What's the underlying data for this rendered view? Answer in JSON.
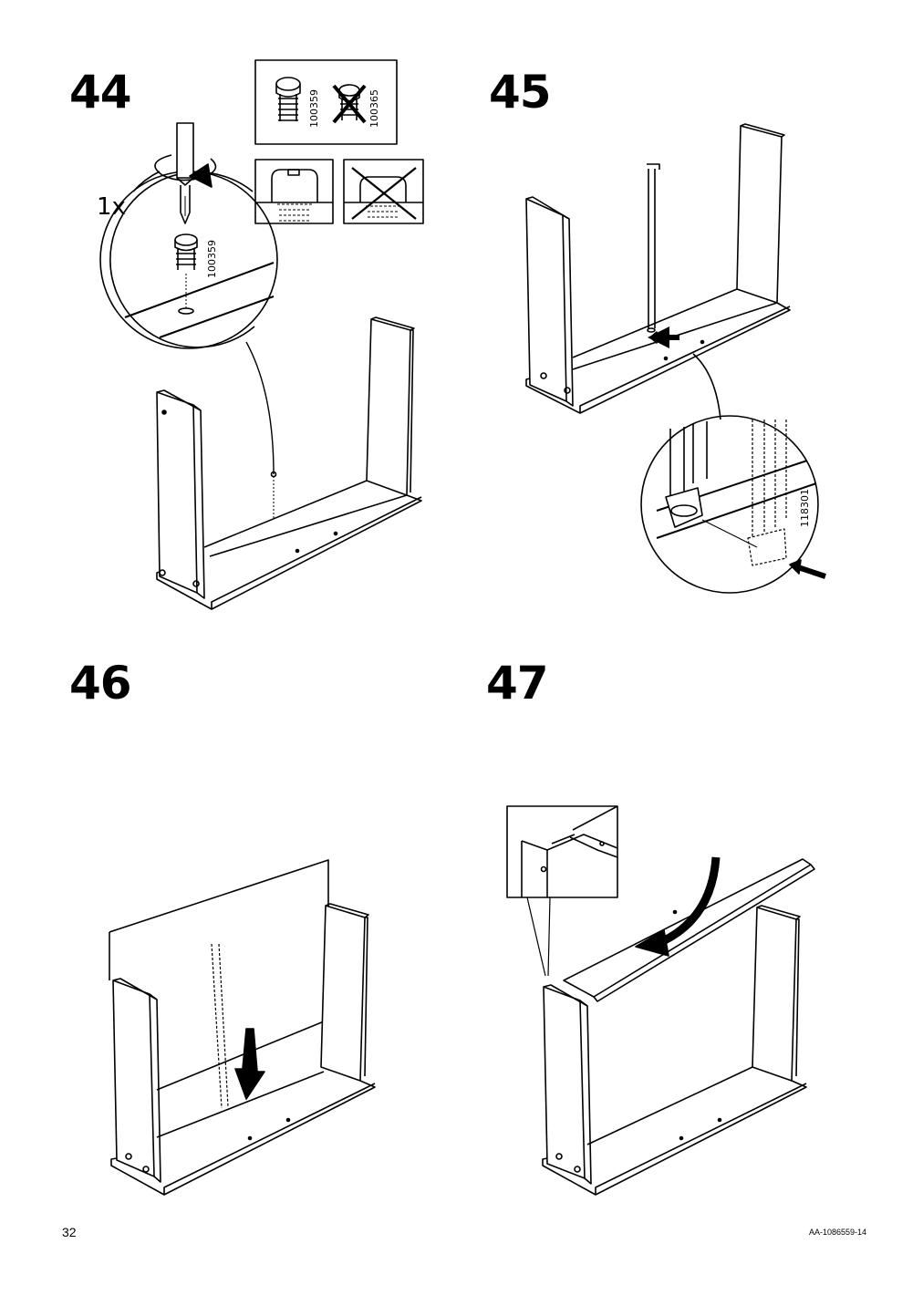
{
  "steps": [
    {
      "number": "44"
    },
    {
      "number": "45"
    },
    {
      "number": "46"
    },
    {
      "number": "47"
    }
  ],
  "step44": {
    "quantity": "1x",
    "screw_part": "100359",
    "screw_part_wrong": "100365"
  },
  "step45": {
    "part": "118301"
  },
  "footer": {
    "page_number": "32",
    "doc_id": "AA-1086559-14"
  }
}
